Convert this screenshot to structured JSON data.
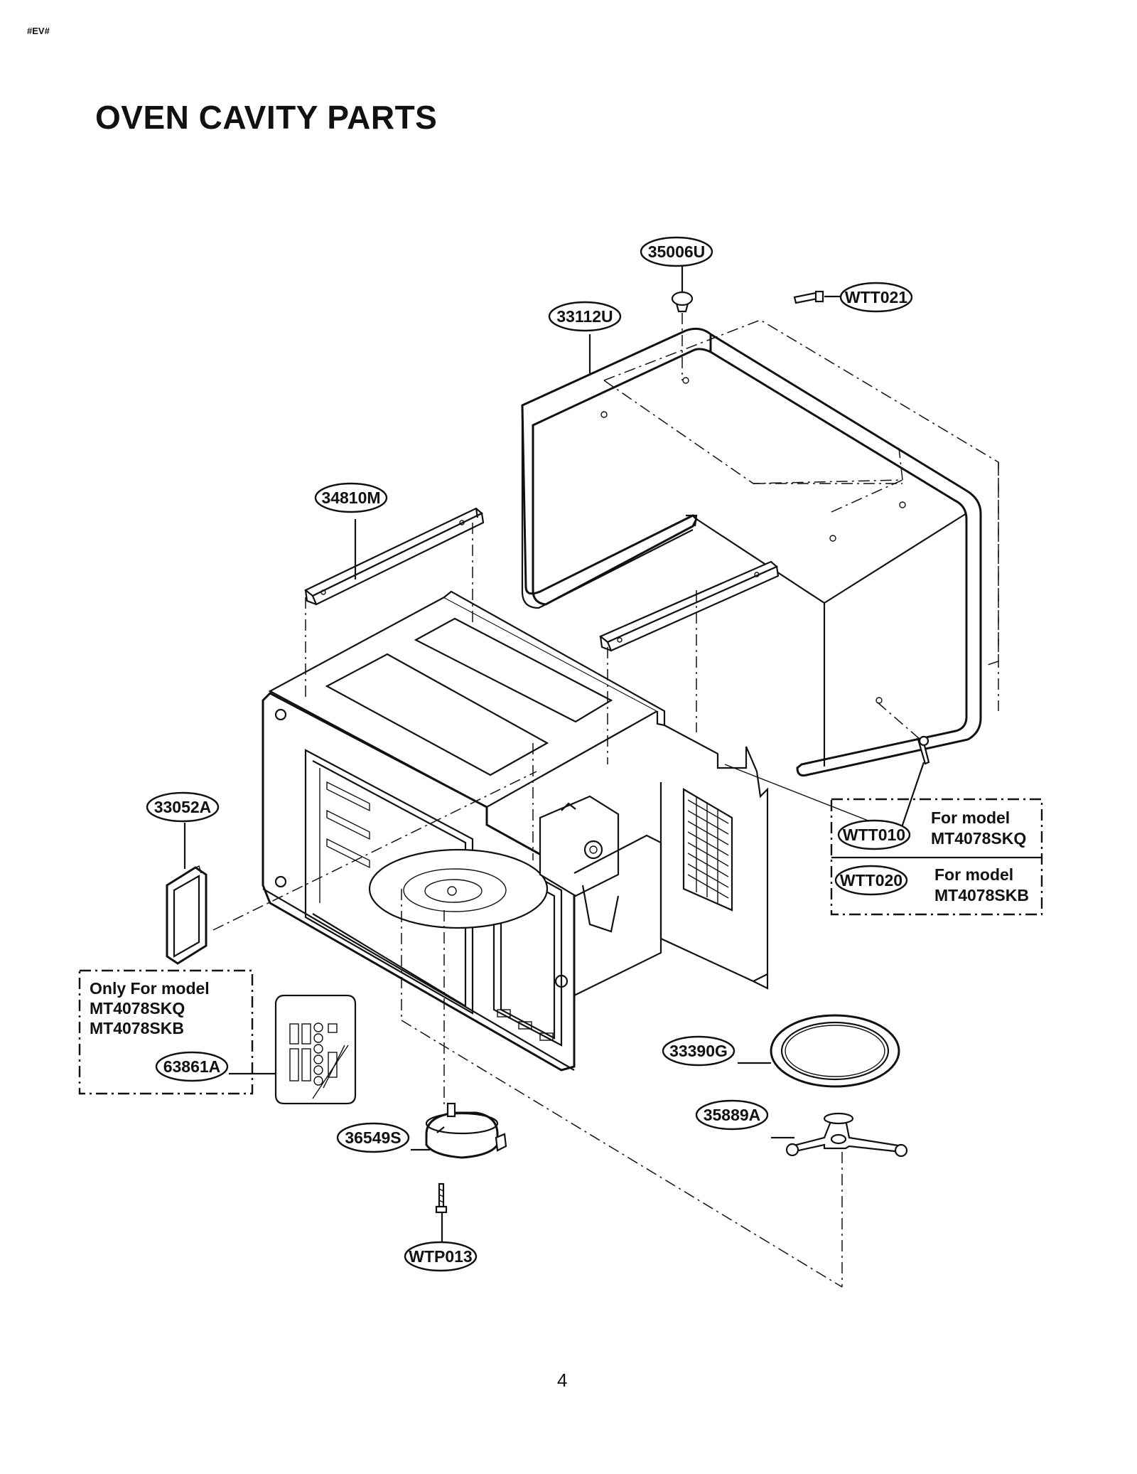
{
  "page_mark": "#EV#",
  "title": "OVEN CAVITY PARTS",
  "page_number": "4",
  "parts": {
    "p35006U": "35006U",
    "pWTT021": "WTT021",
    "p33112U": "33112U",
    "p34810M": "34810M",
    "p33052A": "33052A",
    "pWTT010": "WTT010",
    "pWTT020": "WTT020",
    "p63861A": "63861A",
    "p33390G": "33390G",
    "p35889A": "35889A",
    "p36549S": "36549S",
    "pWTP013": "WTP013"
  },
  "notes": {
    "wtt010_line1": "For model",
    "wtt010_line2": "MT4078SKQ",
    "wtt020_line1": "For model",
    "wtt020_line2": "MT4078SKB",
    "only_line1": "Only For model",
    "only_line2": "MT4078SKQ",
    "only_line3": "MT4078SKB"
  }
}
